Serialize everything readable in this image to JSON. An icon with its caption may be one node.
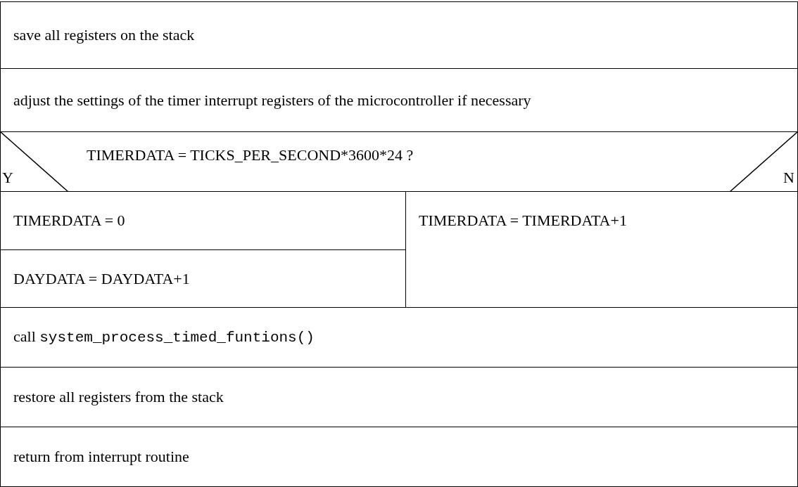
{
  "diagram": {
    "nodes": [
      {
        "text": [
          "save all registers on the stack"
        ]
      },
      {
        "text": [
          "adjust the settings of the timer interrupt registers of the microcontroller if necessary"
        ]
      },
      {
        "text": [
          "TIMERDATA = TICKS_PER_SECOND*3600*24 ?",
          "Y",
          "N"
        ]
      },
      {
        "text": [
          "TIMERDATA = 0"
        ]
      },
      {
        "text": [
          "DAYDATA = DAYDATA+1"
        ]
      },
      {
        "text": [
          "TIMERDATA = TIMERDATA+1"
        ]
      },
      {
        "text": [
          "call",
          "system_process_timed_funtions()"
        ]
      },
      {
        "text": [
          "restore all registers from the stack"
        ]
      },
      {
        "text": [
          "return from interrupt routine"
        ]
      }
    ]
  }
}
